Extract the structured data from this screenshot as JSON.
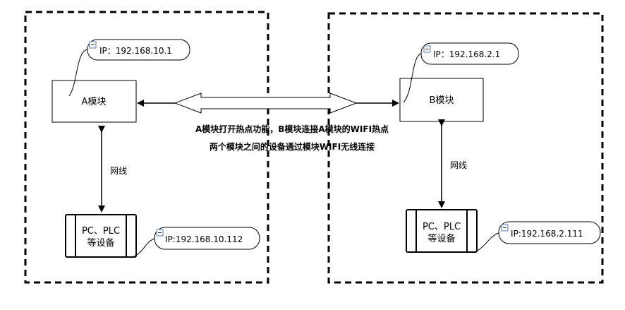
{
  "module_a": {
    "label": "A模块",
    "ip": "IP：192.168.10.1",
    "cable": "网线",
    "device_line1": "PC、PLC",
    "device_line2": "等设备",
    "device_ip": "IP:192.168.10.112"
  },
  "module_b": {
    "label": "B模块",
    "ip": "IP：192.168.2.1",
    "cable": "网线",
    "device_line1": "PC、PLC",
    "device_line2": "等设备",
    "device_ip": "IP:192.168.2.111"
  },
  "wifi": {
    "line1": "A模块打开热点功能，B模块连接A模块的WIFI热点",
    "line2": "两个模块之间的设备通过模块WIFI无线连接"
  },
  "callout_icon": "minus-box-icon"
}
